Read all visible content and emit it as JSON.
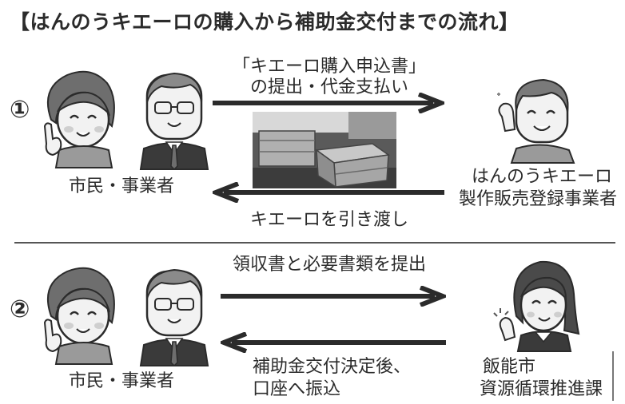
{
  "title": "【はんのうキエーロの購入から補助金交付までの流れ】",
  "colors": {
    "ink": "#2b2b2b",
    "hair": "#6e6e6e",
    "skin": "#e9e9e9",
    "suit": "#3a3a3a"
  },
  "step1": {
    "number": "①",
    "citizen_label": "市民・事業者",
    "arrow_right_line1": "「キエーロ購入申込書」",
    "arrow_right_line2": "の提出・代金支払い",
    "arrow_left_label": "キエーロを引き渡し",
    "vendor_line1": "はんのうキエーロ",
    "vendor_line2": "製作販売登録事業者"
  },
  "step2": {
    "number": "②",
    "citizen_label": "市民・事業者",
    "arrow_right_label": "領収書と必要書類を提出",
    "arrow_left_line1": "補助金交付決定後、",
    "arrow_left_line2": "口座へ振込",
    "city_line1": "飯能市",
    "city_line2": "資源循環推進課"
  }
}
